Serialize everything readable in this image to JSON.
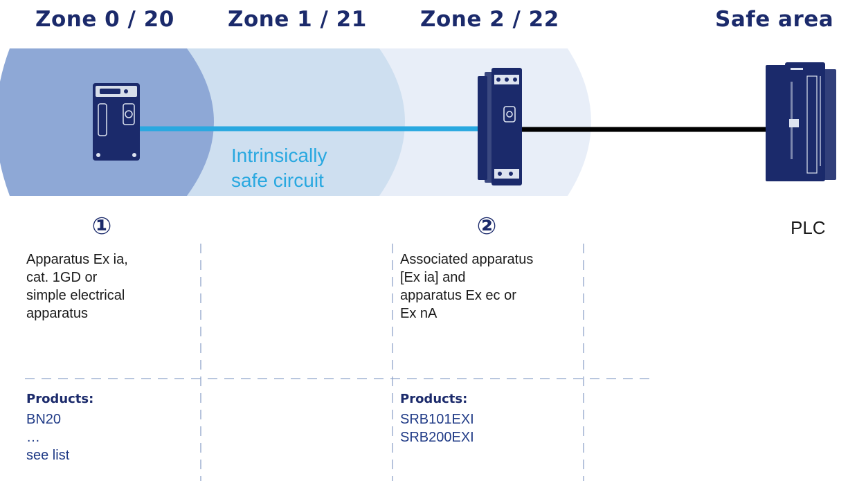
{
  "colors": {
    "navy": "#1b2a6b",
    "zone0": "#8ea8d6",
    "zone1": "#cedff0",
    "zone2": "#e8eef8",
    "cable_safe": "#29a8e0",
    "cable_normal": "#000000",
    "dash": "#8ea3c9",
    "link": "#1f3a86"
  },
  "zones": [
    {
      "title": "Zone 0 / 20"
    },
    {
      "title": "Zone 1 / 21"
    },
    {
      "title": "Zone 2 / 22"
    },
    {
      "title": "Safe area"
    }
  ],
  "circuit_label": "Intrinsically\nsafe circuit",
  "devices": [
    {
      "number": "①",
      "icon": "sensor-icon",
      "description": "Apparatus Ex ia,\ncat. 1GD or\nsimple electrical\napparatus",
      "products_title": "Products:",
      "products": [
        "BN20",
        "…",
        "see list"
      ]
    },
    {
      "number": "②",
      "icon": "safety-relay-icon",
      "description": "Associated apparatus\n[Ex ia] and\napparatus Ex ec or\nEx nA",
      "products_title": "Products:",
      "products": [
        "SRB101EXI",
        "SRB200EXI"
      ]
    }
  ],
  "plc": {
    "label": "PLC",
    "icon": "plc-icon"
  }
}
